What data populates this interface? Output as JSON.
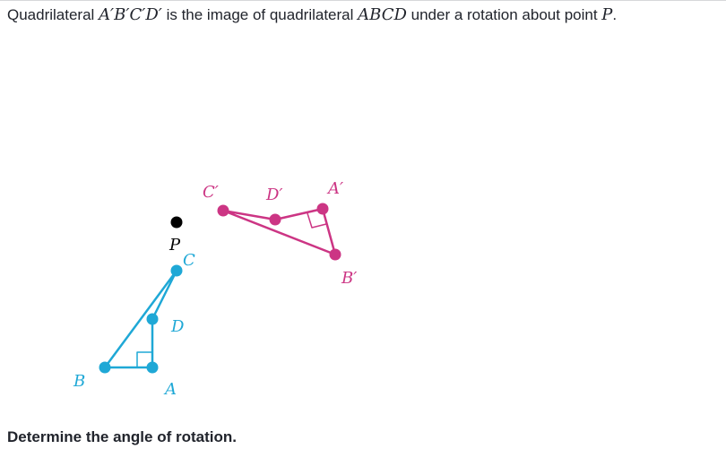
{
  "question": {
    "part1": "Quadrilateral ",
    "image_name": "A′B′C′D′",
    "part2": " is the image of quadrilateral ",
    "original_name": "ABCD",
    "part3": " under a rotation about point ",
    "center_name": "P",
    "part4": "."
  },
  "diagram": {
    "center": {
      "label": "P",
      "color": "#000000"
    },
    "original": {
      "color": "#1fa8d6",
      "labels": {
        "A": "A",
        "B": "B",
        "C": "C",
        "D": "D"
      }
    },
    "image": {
      "color": "#cc3584",
      "labels": {
        "A": "A′",
        "B": "B′",
        "C": "C′",
        "D": "D′"
      }
    }
  },
  "prompt": "Determine the angle of rotation."
}
